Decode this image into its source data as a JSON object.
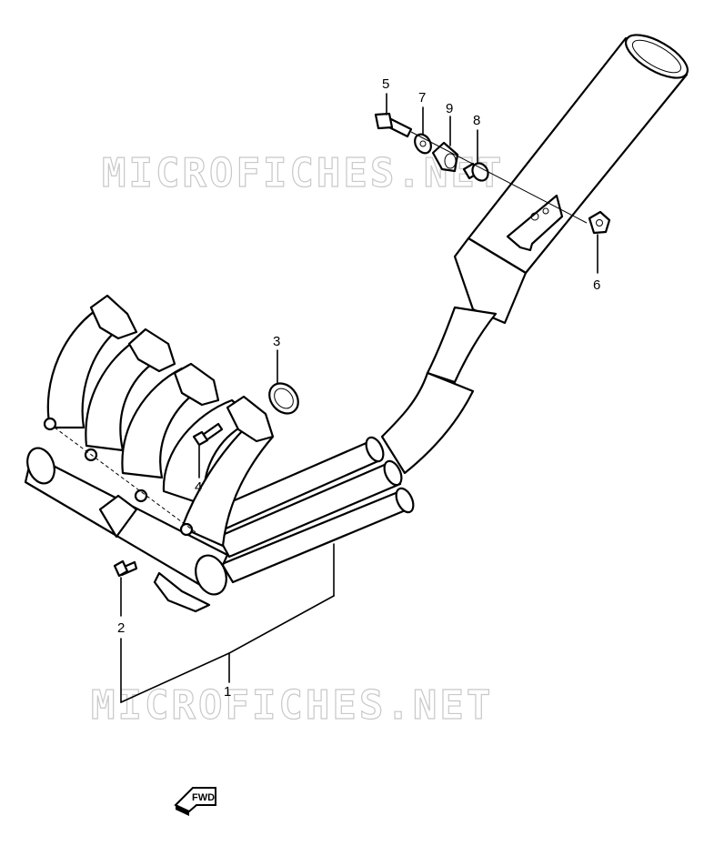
{
  "watermark": "MICROFICHES.NET",
  "fwd_label": "FWD",
  "callouts": [
    "1",
    "2",
    "3",
    "4",
    "5",
    "6",
    "7",
    "8",
    "9"
  ]
}
